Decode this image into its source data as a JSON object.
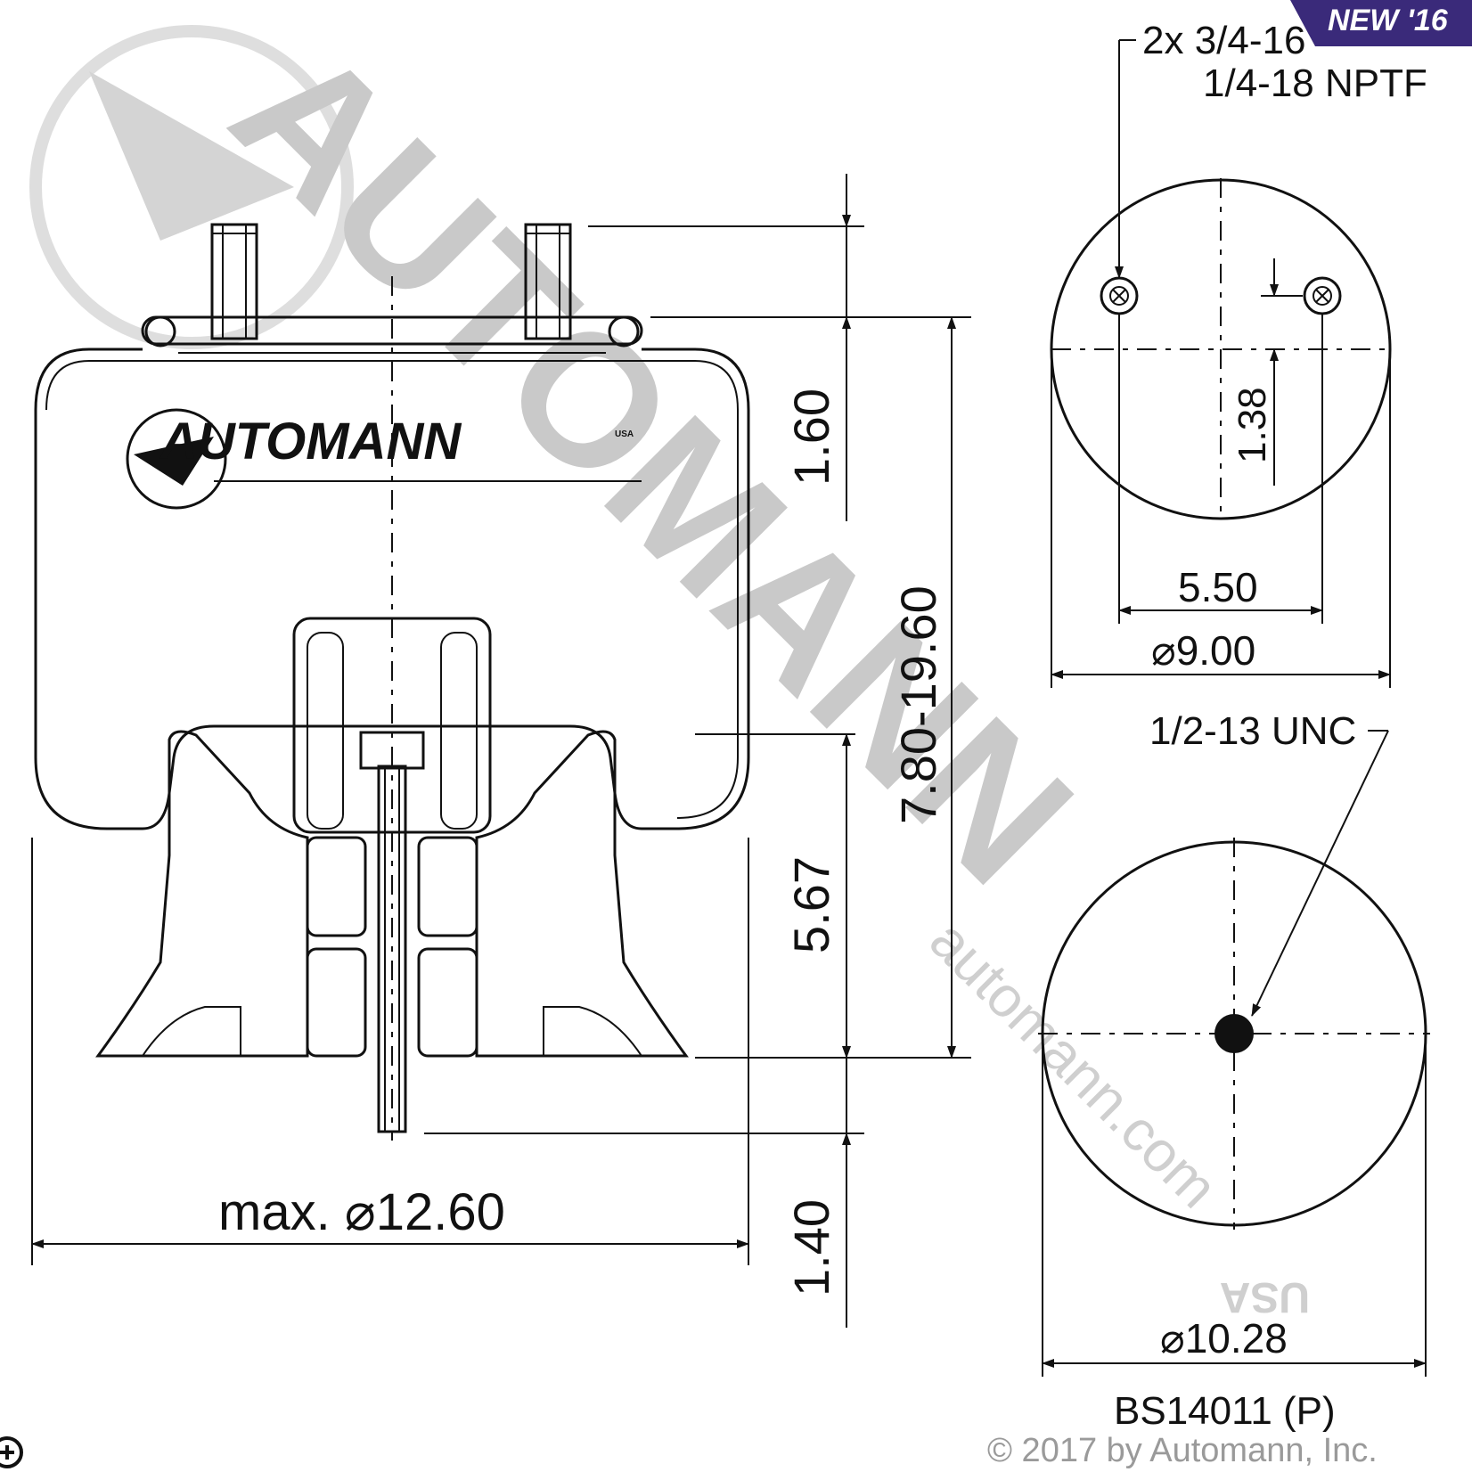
{
  "badge": {
    "text": "NEW '16"
  },
  "watermark": {
    "brand": "AUTOMANN",
    "url": "automann.com",
    "suffix": "USA"
  },
  "logo": {
    "text": "AUTOMANN",
    "suffix": "USA"
  },
  "callouts": {
    "studs": "2x 3/4-16",
    "fitting": "1/4-18 NPTF",
    "bottom_thread": "1/2-13 UNC"
  },
  "dimensions": {
    "top_stud_height": "1.60",
    "piston_height": "5.67",
    "height_range": "7.80-19.60",
    "bottom_stud": "1.40",
    "max_diameter": "max.  ⌀12.60",
    "offset": "1.38",
    "stud_spacing": "5.50",
    "top_diameter": "⌀9.00",
    "bottom_diameter": "⌀10.28"
  },
  "part_number": "BS14011 (P)",
  "copyright": "© 2017 by Automann, Inc.",
  "colors": {
    "badge": "#3a2a7a",
    "line": "#111111",
    "watermark": "#c9c9c9"
  }
}
